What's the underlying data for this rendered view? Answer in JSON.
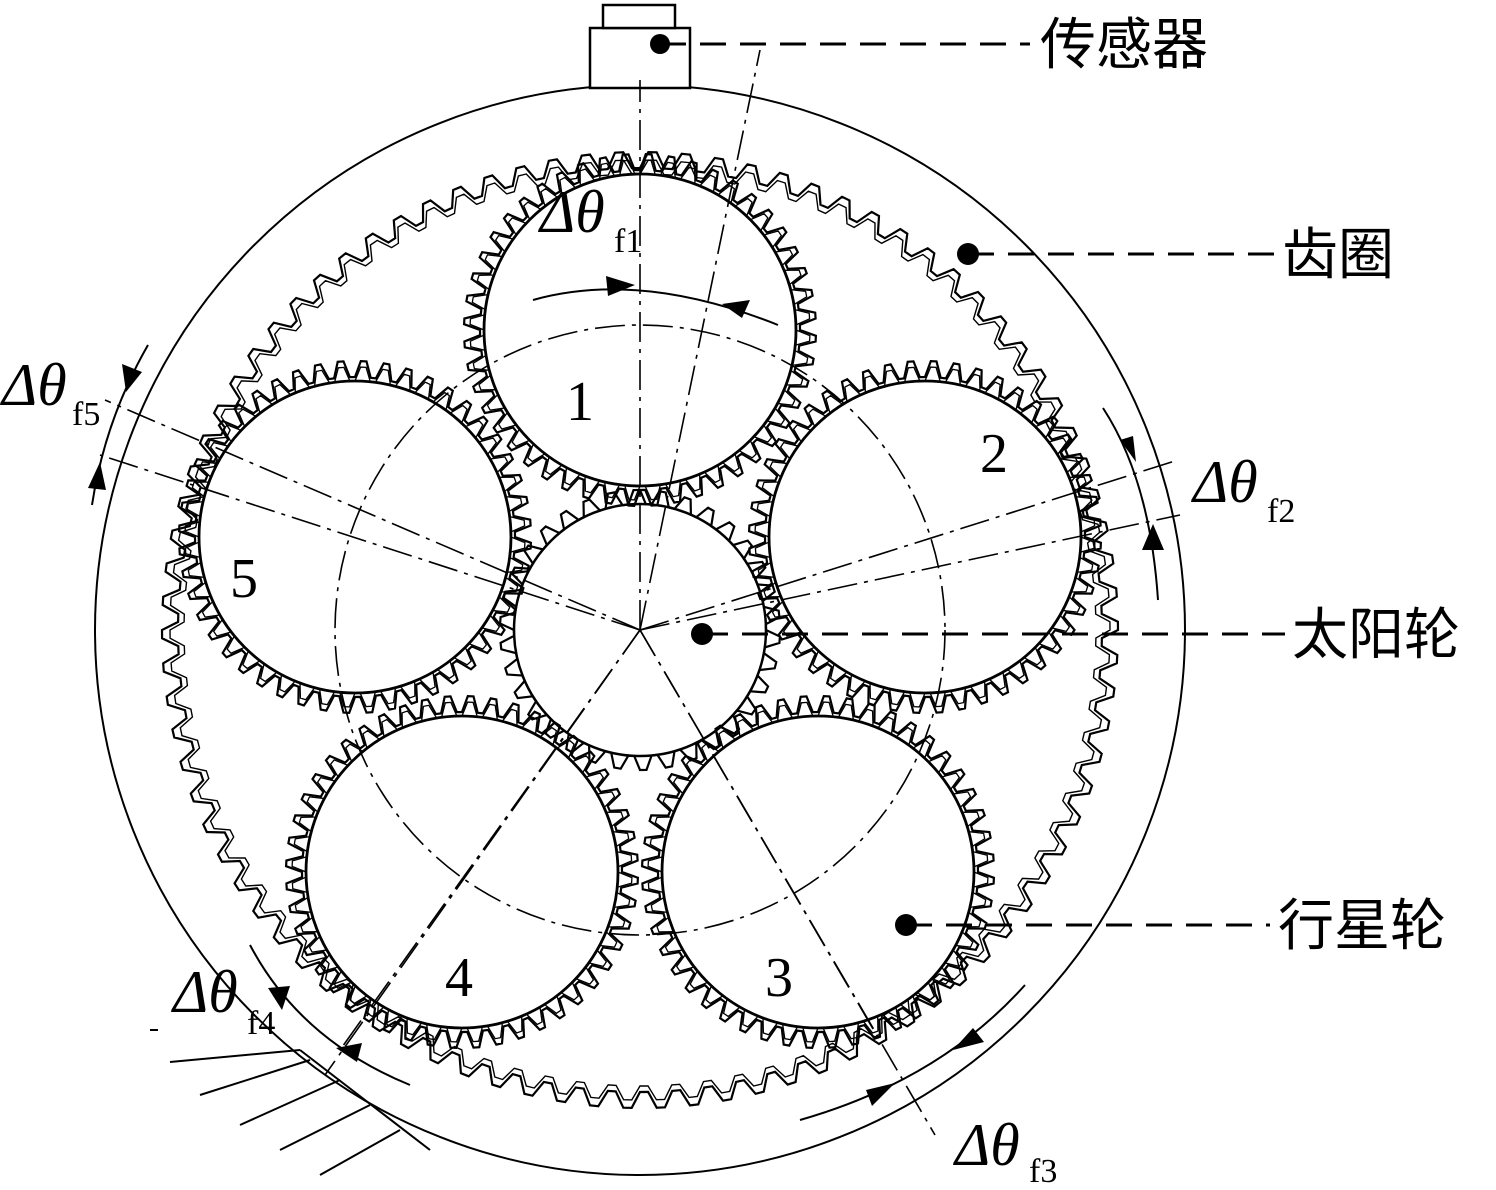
{
  "labels": {
    "sensor": "传感器",
    "ring_gear": "齿圈",
    "sun_gear": "太阳轮",
    "planet_gear": "行星轮"
  },
  "planet_numbers": [
    "1",
    "2",
    "3",
    "4",
    "5"
  ],
  "error_labels": [
    {
      "main": "Δθ",
      "sub": "f1"
    },
    {
      "main": "Δθ",
      "sub": "f2"
    },
    {
      "main": "Δθ",
      "sub": "f3"
    },
    {
      "main": "Δθ",
      "sub": "f4"
    },
    {
      "main": "Δθ",
      "sub": "f5"
    }
  ],
  "ring_teeth": 90,
  "sun_teeth": 34,
  "planet_teeth": 48
}
